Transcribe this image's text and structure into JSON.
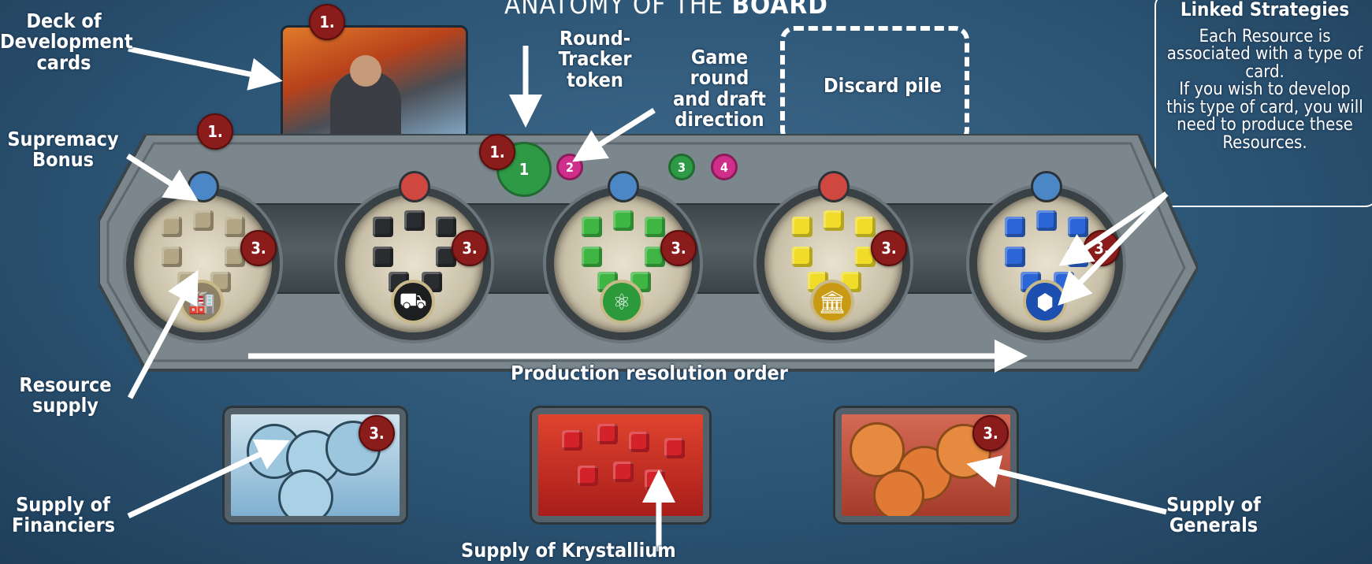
{
  "title": {
    "prefix": "ANATOMY OF THE ",
    "bold": "BOARD"
  },
  "labels": {
    "deck": "Deck of\nDevelopment\ncards",
    "supremacy": "Supremacy\nBonus",
    "resource_supply": "Resource\nsupply",
    "round_tracker": "Round-\nTracker token",
    "game_round": "Game round\nand draft\ndirection",
    "discard": "Discard pile",
    "production": "Production resolution order",
    "financiers": "Supply of\nFinanciers",
    "krystallium": "Supply of Krystallium",
    "generals": "Supply of\nGenerals"
  },
  "linked_strategies": {
    "heading": "Linked Strategies",
    "body": "Each Resource is\nassociated with a type of\ncard.\nIf you wish to develop\nthis type of card, you will\nneed to produce these\nResources."
  },
  "badges": {
    "deck": "1.",
    "supremacy": "1.",
    "round": "1.",
    "grey": "3.",
    "black": "3.",
    "green": "3.",
    "yellow": "3.",
    "blue": "3.",
    "financiers": "3.",
    "generals": "3."
  },
  "round_tokens": [
    "1",
    "2",
    "3",
    "4"
  ],
  "strategies": [
    {
      "name": "grey",
      "cube_color": "#b3a685",
      "icon": "factory-icon",
      "glyph": "🏭",
      "icon_bg": "#8c8066"
    },
    {
      "name": "black",
      "cube_color": "#2a2d30",
      "icon": "tank-icon",
      "glyph": "⛟",
      "icon_bg": "#1c1e20"
    },
    {
      "name": "green",
      "cube_color": "#3fb543",
      "icon": "atom-icon",
      "glyph": "⚛",
      "icon_bg": "#2c9a3a"
    },
    {
      "name": "yellow",
      "cube_color": "#f1dc2a",
      "icon": "bank-icon",
      "glyph": "🏛",
      "icon_bg": "#c99a14"
    },
    {
      "name": "blue",
      "cube_color": "#2c66d6",
      "icon": "box-icon",
      "glyph": "⬢",
      "icon_bg": "#1d4fb0"
    }
  ],
  "colors": {
    "badge": "#8b1c1c",
    "krystallium": "#d4222a",
    "background": "#2c5474"
  }
}
